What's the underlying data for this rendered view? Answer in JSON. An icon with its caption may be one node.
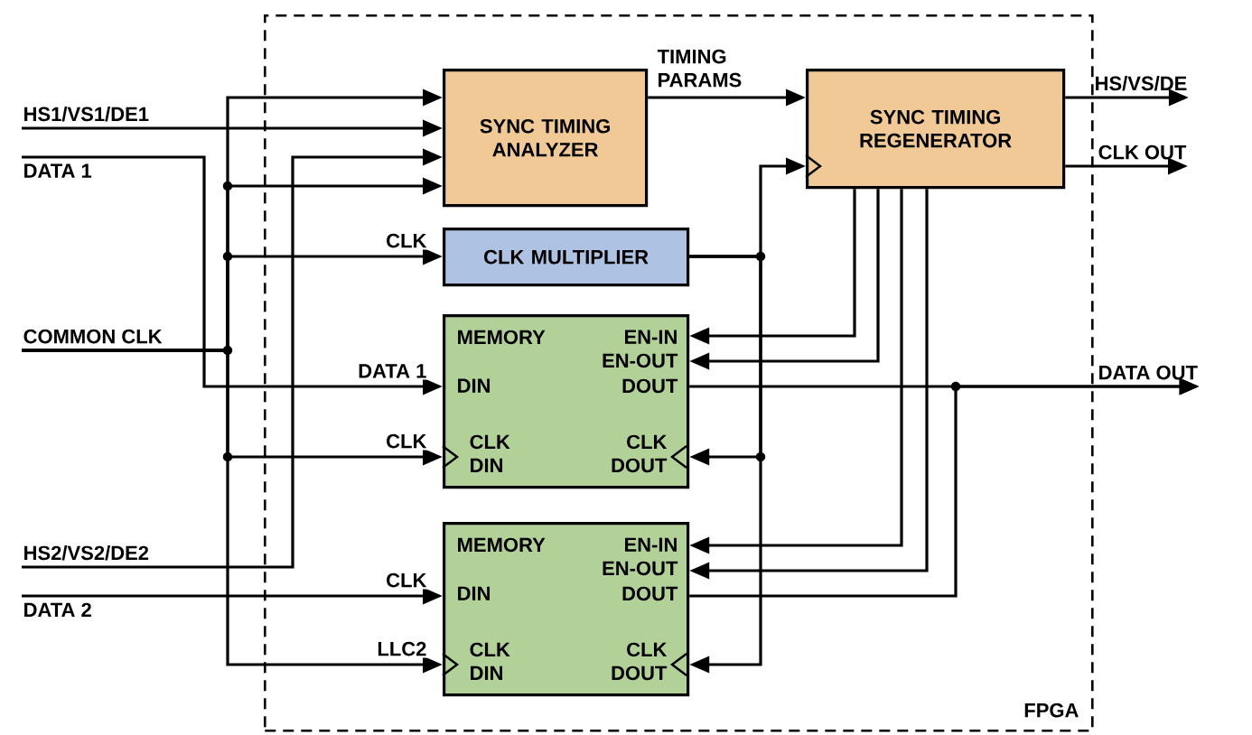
{
  "diagram": {
    "nodes": [
      {
        "text": [
          "FPGA"
        ]
      },
      {
        "text": [
          "SYNC TIMING ANALYZER"
        ],
        "in": 0
      },
      {
        "text": [
          "SYNC TIMING REGENERATOR"
        ],
        "in": 0
      },
      {
        "text": [
          "CLK MULTIPLIER"
        ],
        "in": 0
      },
      {
        "text": [
          "MEMORY",
          "EN-IN",
          "EN-OUT",
          "DIN",
          "DOUT",
          "CLK DIN",
          "CLK DOUT"
        ],
        "in": 0
      },
      {
        "text": [
          "MEMORY",
          "EN-IN",
          "EN-OUT",
          "DIN",
          "DOUT",
          "CLK DIN",
          "CLK DOUT"
        ],
        "in": 0
      },
      {
        "text": [
          "HS1/VS1/DE1"
        ]
      },
      {
        "text": [
          "DATA 1"
        ]
      },
      {
        "text": [
          "COMMON CLK"
        ]
      },
      {
        "text": [
          "HS2/VS2/DE2"
        ]
      },
      {
        "text": [
          "DATA 2"
        ]
      },
      {
        "text": [
          "HS/VS/DE"
        ]
      },
      {
        "text": [
          "CLK OUT"
        ]
      },
      {
        "text": [
          "DATA OUT"
        ]
      }
    ],
    "edges": [
      {
        "from": 6,
        "to": 1,
        "arrow": "to"
      },
      {
        "from": 7,
        "to": 4,
        "arrow": "to",
        "label": "DATA 1"
      },
      {
        "from": 8,
        "to": 1,
        "arrow": "to"
      },
      {
        "from": 8,
        "to": 1,
        "arrow": "to"
      },
      {
        "from": 8,
        "to": 3,
        "arrow": "to",
        "label": "CLK"
      },
      {
        "from": 8,
        "to": 4,
        "arrow": "to",
        "label": "CLK"
      },
      {
        "from": 8,
        "to": 5,
        "arrow": "to",
        "label": "LLC2"
      },
      {
        "from": 9,
        "to": 1,
        "arrow": "to"
      },
      {
        "from": 10,
        "to": 5,
        "arrow": "to",
        "label": "CLK"
      },
      {
        "from": 1,
        "to": 2,
        "arrow": "to",
        "label": "TIMING PARAMS"
      },
      {
        "from": 3,
        "to": 2,
        "arrow": "to"
      },
      {
        "from": 3,
        "to": 4,
        "arrow": "to"
      },
      {
        "from": 3,
        "to": 5,
        "arrow": "to"
      },
      {
        "from": 2,
        "to": 4,
        "arrow": "to"
      },
      {
        "from": 2,
        "to": 4,
        "arrow": "to"
      },
      {
        "from": 2,
        "to": 5,
        "arrow": "to"
      },
      {
        "from": 2,
        "to": 5,
        "arrow": "to"
      },
      {
        "from": 4,
        "to": 13,
        "arrow": "to"
      },
      {
        "from": 5,
        "to": 13,
        "arrow": "to"
      },
      {
        "from": 2,
        "to": 11,
        "arrow": "to"
      },
      {
        "from": 2,
        "to": 12,
        "arrow": "to"
      }
    ]
  }
}
